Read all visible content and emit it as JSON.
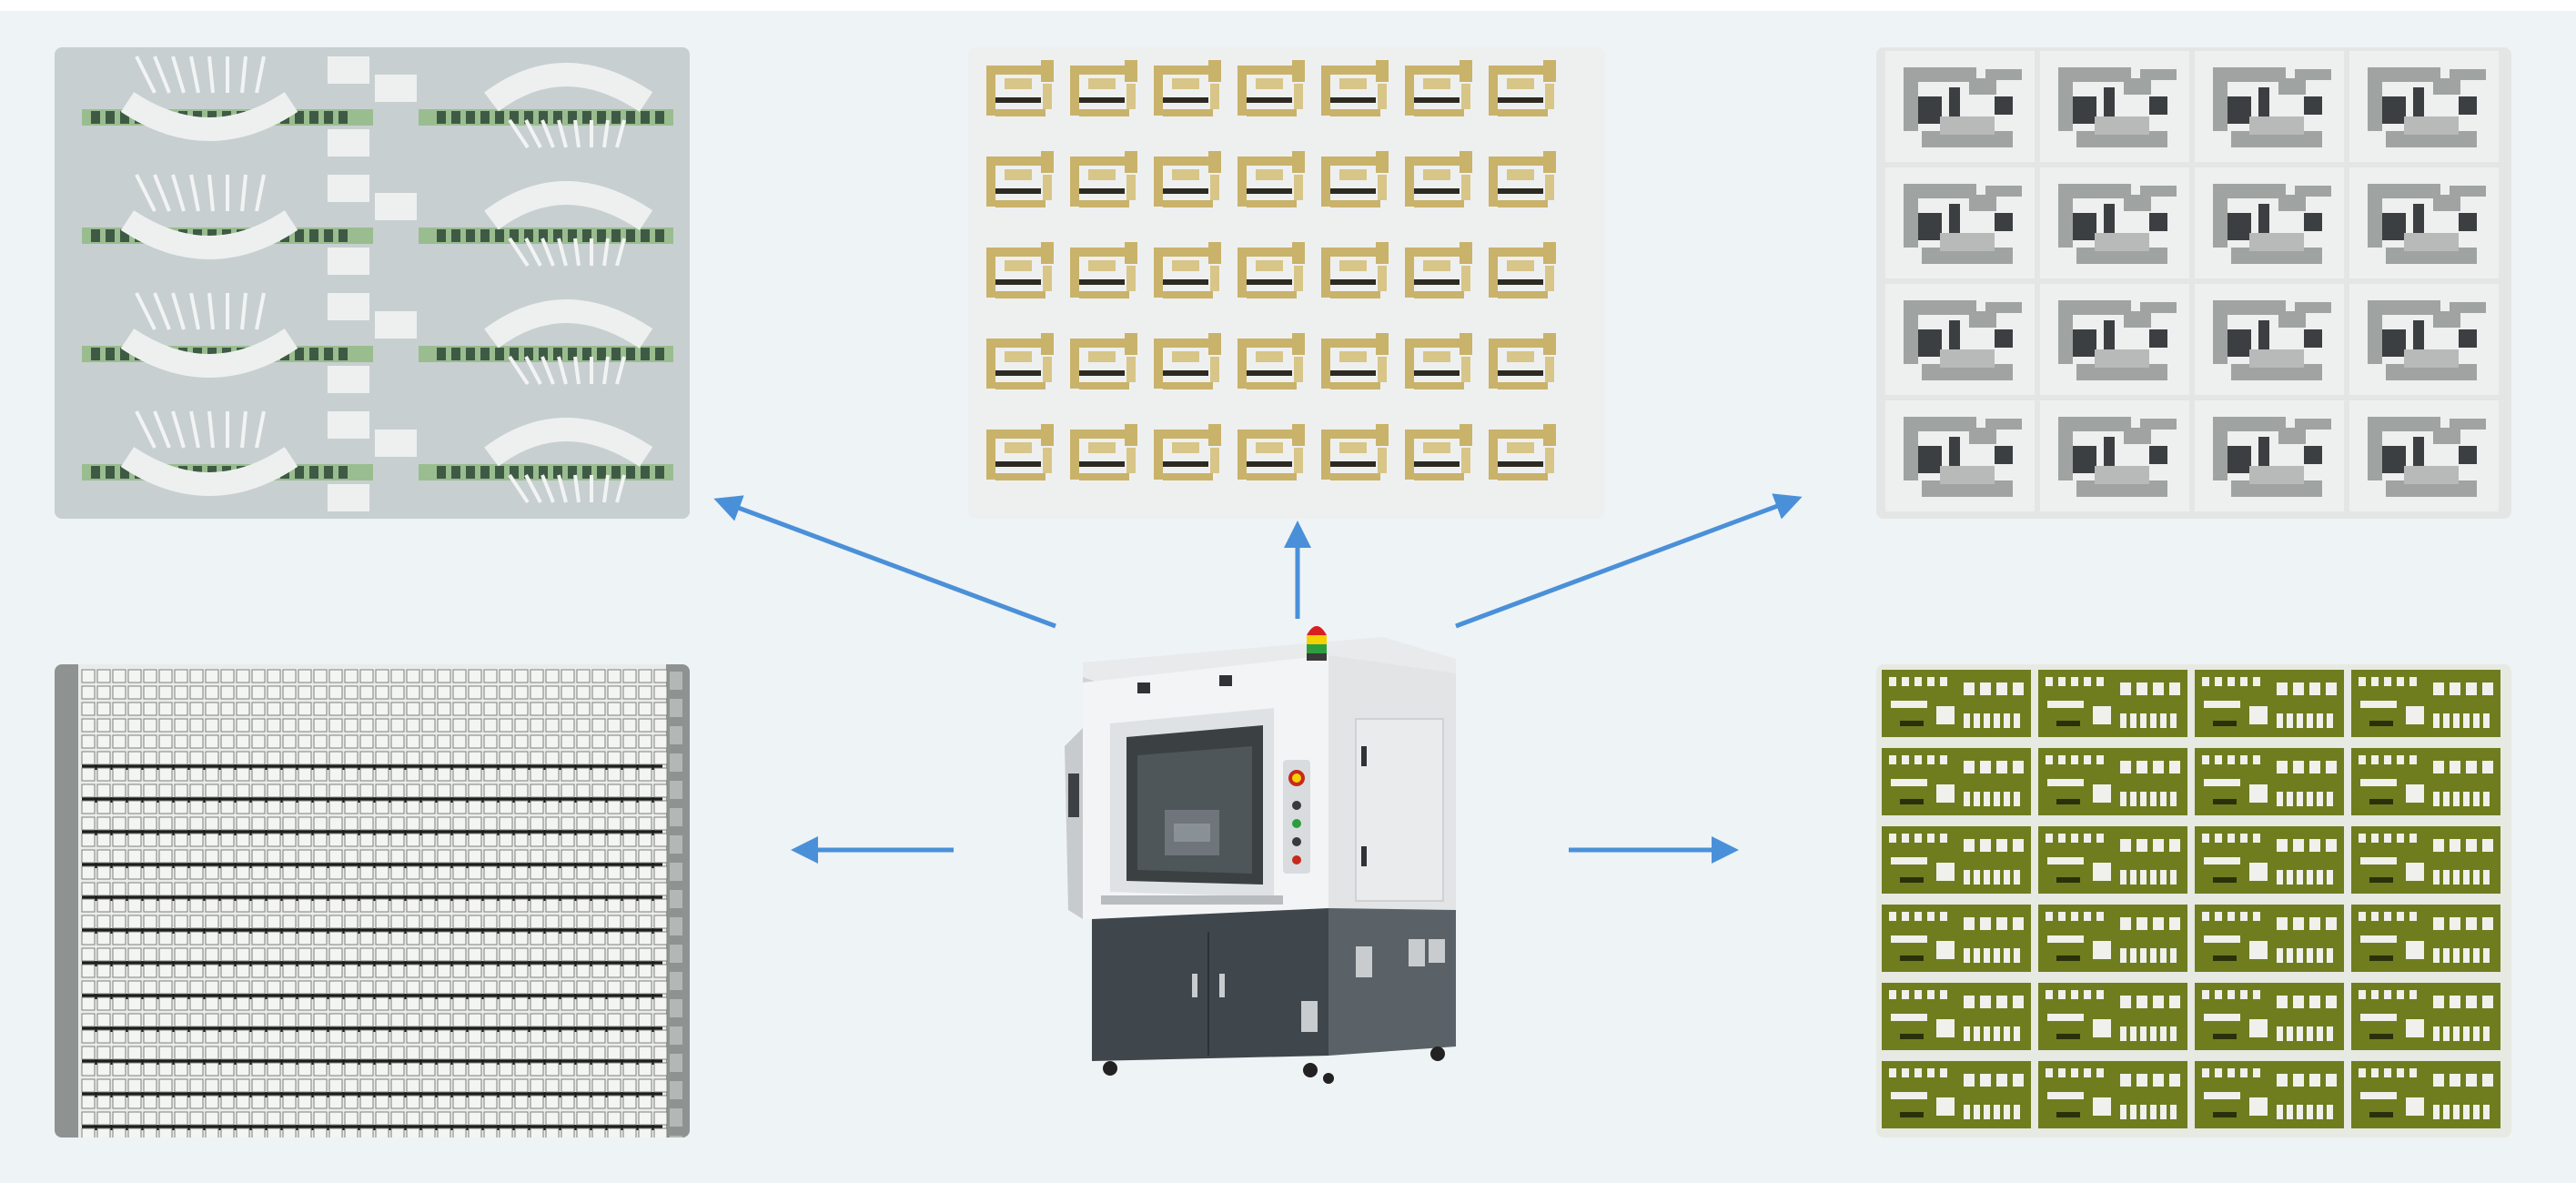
{
  "machine": {
    "brand_line": "",
    "brand_sub": ""
  },
  "colors": {
    "background": "#eef3f5",
    "arrow": "#4a90d9",
    "ceramic": "#d9dee0",
    "gold": "#c9b26a",
    "silver": "#b9bcbd",
    "dark_trace": "#3b3f41",
    "green_board": "#6f7d1f",
    "light_green_board": "#a9c9a0"
  },
  "panels": [
    {
      "id": "top-left",
      "material": "ceramic-substrate-silver-circuit"
    },
    {
      "id": "top-center",
      "material": "ceramic-substrate-gold-circuit"
    },
    {
      "id": "top-right",
      "material": "ceramic-substrate-dark-circuit"
    },
    {
      "id": "bottom-left",
      "material": "ceramic-grid-array"
    },
    {
      "id": "bottom-right",
      "material": "green-circuit-board-array"
    }
  ]
}
